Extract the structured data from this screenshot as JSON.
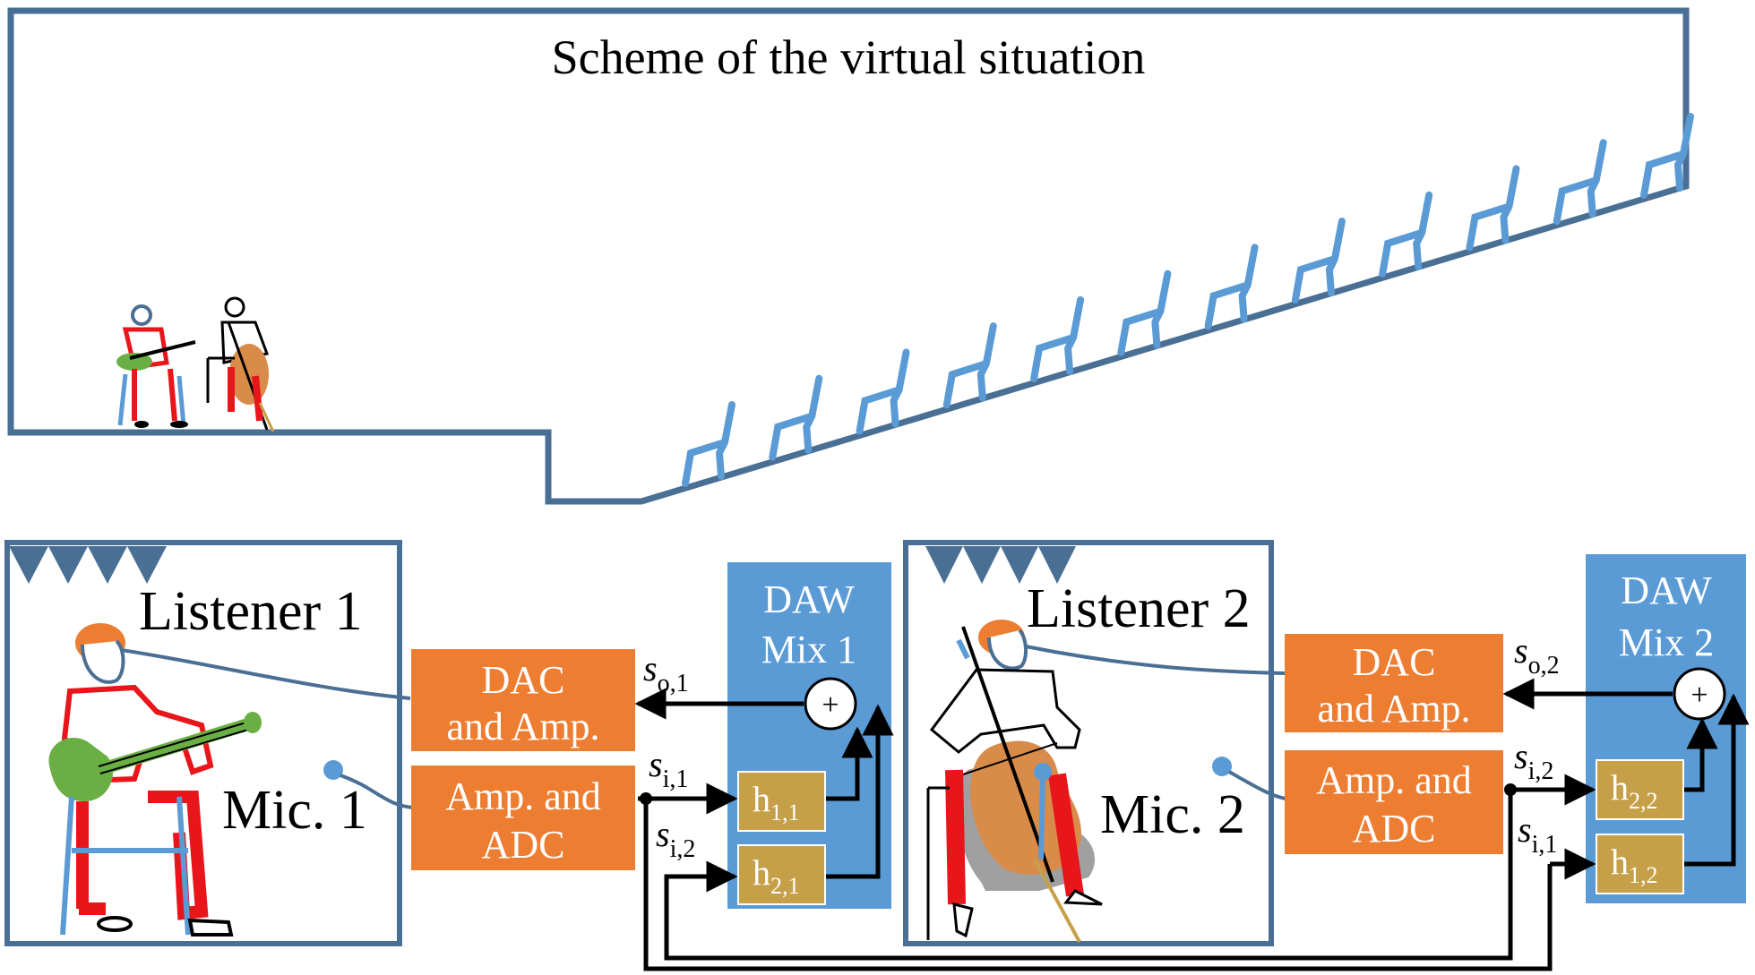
{
  "title": "Scheme of the virtual situation",
  "colors": {
    "room_outline": "#4a6f94",
    "chair": "#5b9bd5",
    "orange_box": "#ed7d31",
    "daw_box": "#5b9bd5",
    "h_box": "#c5a049",
    "player_red": "#e8161b",
    "guitar_green": "#6aaf44",
    "cello_orange": "#d98b4a"
  },
  "listener1": {
    "label": "Listener 1",
    "mic": "Mic. 1",
    "dac": [
      "DAC",
      "and Amp."
    ],
    "adc": [
      "Amp. and",
      "ADC"
    ],
    "daw": [
      "DAW",
      "Mix 1"
    ],
    "h_top": {
      "base": "h",
      "sub": "1,1"
    },
    "h_bot": {
      "base": "h",
      "sub": "2,1"
    },
    "sig_out": {
      "base": "s",
      "sub": "o,1"
    },
    "sig_in": {
      "base": "s",
      "sub": "i,1"
    },
    "sig_cross": {
      "base": "s",
      "sub": "i,2"
    }
  },
  "listener2": {
    "label": "Listener 2",
    "mic": "Mic. 2",
    "dac": [
      "DAC",
      "and Amp."
    ],
    "adc": [
      "Amp. and",
      "ADC"
    ],
    "daw": [
      "DAW",
      "Mix 2"
    ],
    "h_top": {
      "base": "h",
      "sub": "2,2"
    },
    "h_bot": {
      "base": "h",
      "sub": "1,2"
    },
    "sig_out": {
      "base": "s",
      "sub": "o,2"
    },
    "sig_in": {
      "base": "s",
      "sub": "i,2"
    },
    "sig_cross": {
      "base": "s",
      "sub": "i,1"
    }
  },
  "sum_symbol": "+"
}
